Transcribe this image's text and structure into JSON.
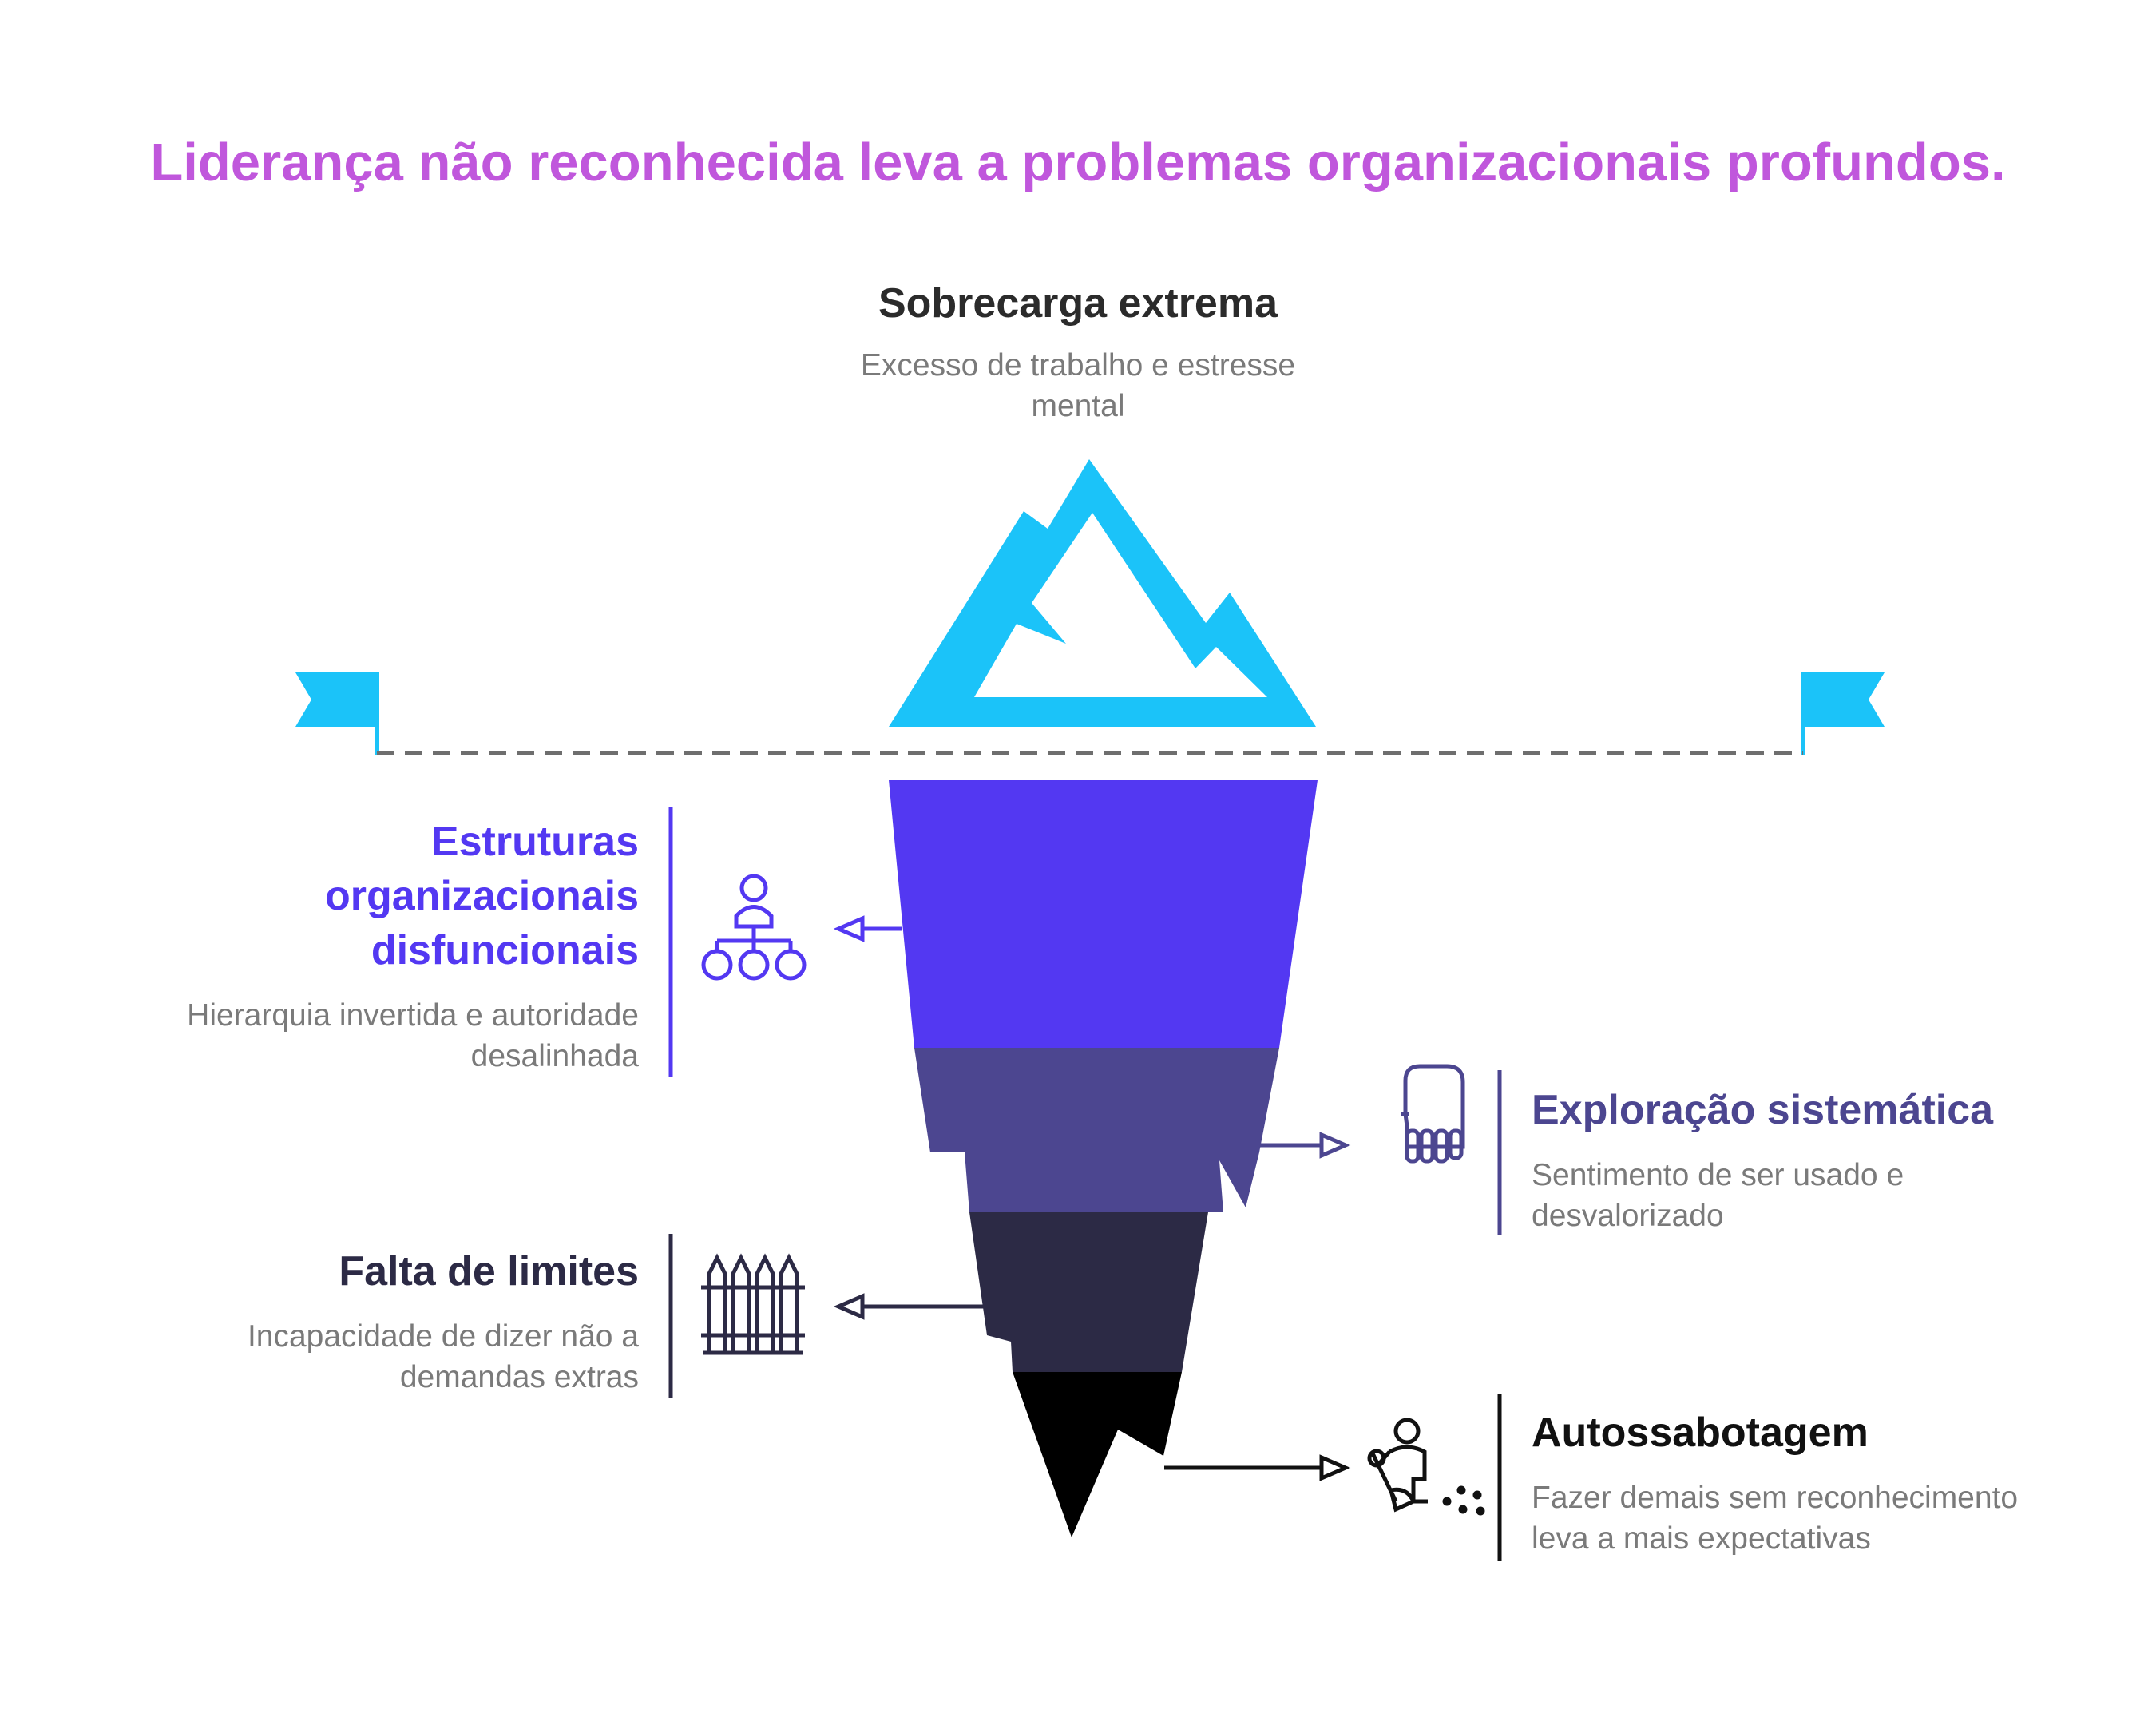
{
  "title": "Liderança não reconhecida leva a problemas organizacionais profundos.",
  "colors": {
    "title": "#c057dc",
    "ice_top": "#1bc3f9",
    "layer1": "#5338f2",
    "layer2": "#4c4690",
    "layer3": "#2c2a45",
    "layer4": "#000000",
    "waterline": "#6e6e6e",
    "muted_text": "#7a7a7a"
  },
  "top": {
    "heading": "Sobrecarga extrema",
    "desc": "Excesso de trabalho e estresse mental"
  },
  "layers": [
    {
      "heading": "Estruturas organizacionais disfuncionais",
      "desc": "Hierarquia invertida e autoridade desalinhada",
      "icon": "org-chart-icon",
      "color": "#5338f2",
      "side": "left"
    },
    {
      "heading": "Exploração sistemática",
      "desc": "Sentimento de ser usado e desvalorizado",
      "icon": "hand-icon",
      "color": "#4c4690",
      "side": "right"
    },
    {
      "heading": "Falta de limites",
      "desc": "Incapacidade de dizer não a demandas extras",
      "icon": "fence-icon",
      "color": "#2c2a45",
      "side": "left"
    },
    {
      "heading": "Autossabotagem",
      "desc": "Fazer demais sem reconhecimento leva a mais expectativas",
      "icon": "person-digging-icon",
      "color": "#111111",
      "side": "right"
    }
  ]
}
